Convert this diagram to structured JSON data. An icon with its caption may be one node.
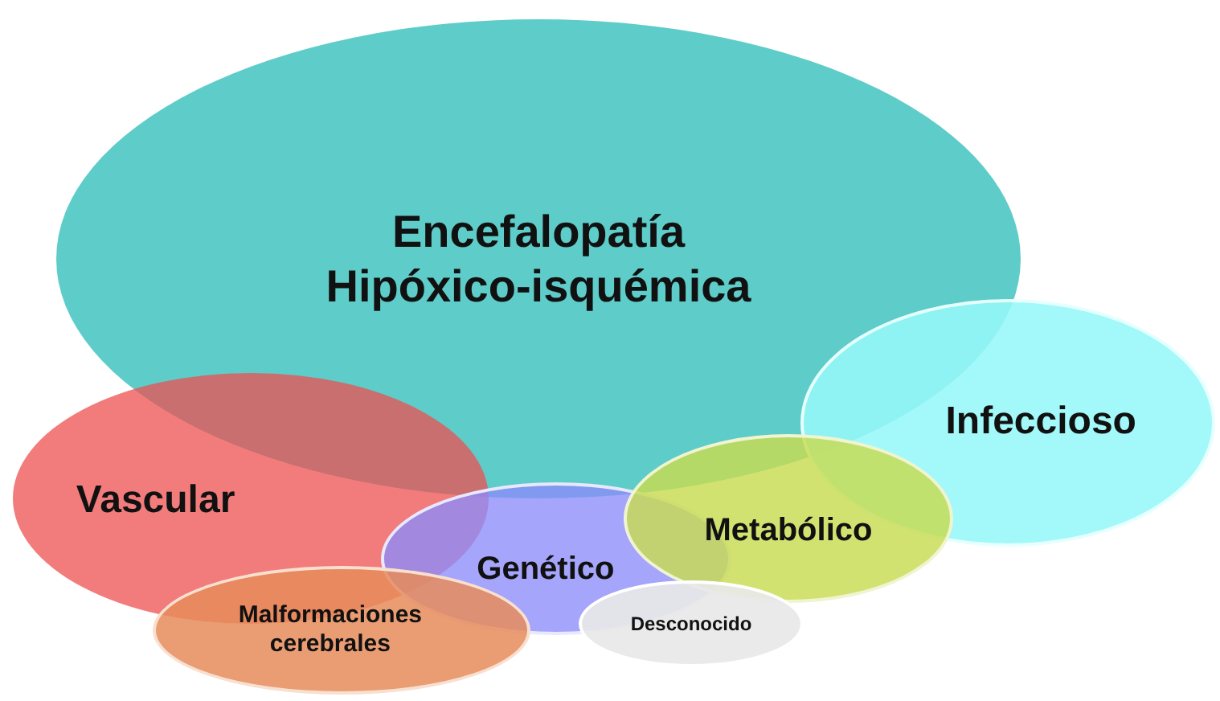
{
  "diagram": {
    "nodes": [
      {
        "text": [
          "Encefalopatía Hipóxico-isquémica"
        ]
      },
      {
        "text": [
          "Infeccioso"
        ]
      },
      {
        "text": [
          "Vascular"
        ]
      },
      {
        "text": [
          "Genético"
        ]
      },
      {
        "text": [
          "Metabólico"
        ]
      },
      {
        "text": [
          "Malformaciones cerebrales"
        ]
      },
      {
        "text": [
          "Desconocido"
        ]
      }
    ],
    "edges": []
  }
}
